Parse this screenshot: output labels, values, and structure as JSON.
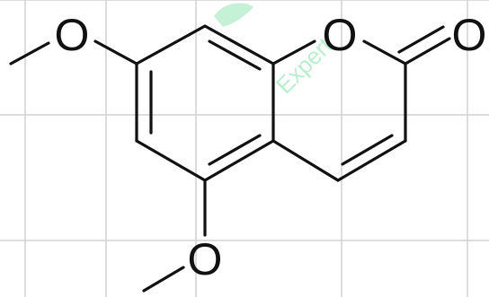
{
  "molecule": {
    "atoms": {
      "o_methoxy_7": "O",
      "o_ring": "O",
      "o_carbonyl": "O",
      "o_methoxy_5": "O"
    }
  },
  "watermark": {
    "text": "Expert",
    "color": "#2ecc71"
  }
}
